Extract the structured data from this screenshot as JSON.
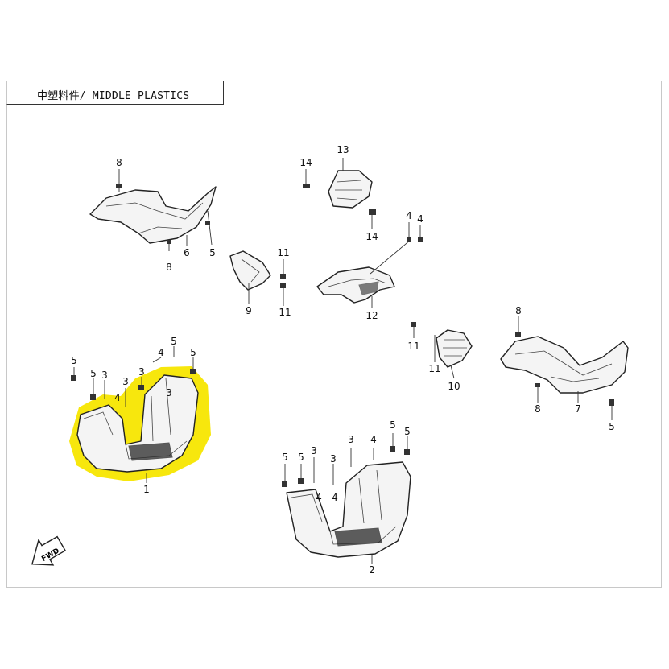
{
  "header": {
    "title": "中塑料件/ MIDDLE PLASTICS"
  },
  "highlight_color": "#f7e600",
  "fwd_label": "FWD",
  "callouts": {
    "c1": "1",
    "c2": "2",
    "c3a": "3",
    "c3b": "3",
    "c3c": "3",
    "c3d": "3",
    "c3e": "3",
    "c3f": "3",
    "c3g": "3",
    "c4a": "4",
    "c4b": "4",
    "c4c": "4",
    "c4d": "4",
    "c4e": "4",
    "c4f": "4",
    "c4g": "4",
    "c5a": "5",
    "c5b": "5",
    "c5c": "5",
    "c5d": "5",
    "c5e": "5",
    "c5f": "5",
    "c5g": "5",
    "c5h": "5",
    "c5i": "5",
    "c6": "6",
    "c7": "7",
    "c8a": "8",
    "c8b": "8",
    "c8c": "8",
    "c8d": "8",
    "c9": "9",
    "c10": "10",
    "c11a": "11",
    "c11b": "11",
    "c11c": "11",
    "c11d": "11",
    "c12": "12",
    "c13": "13",
    "c14a": "14",
    "c14b": "14"
  }
}
